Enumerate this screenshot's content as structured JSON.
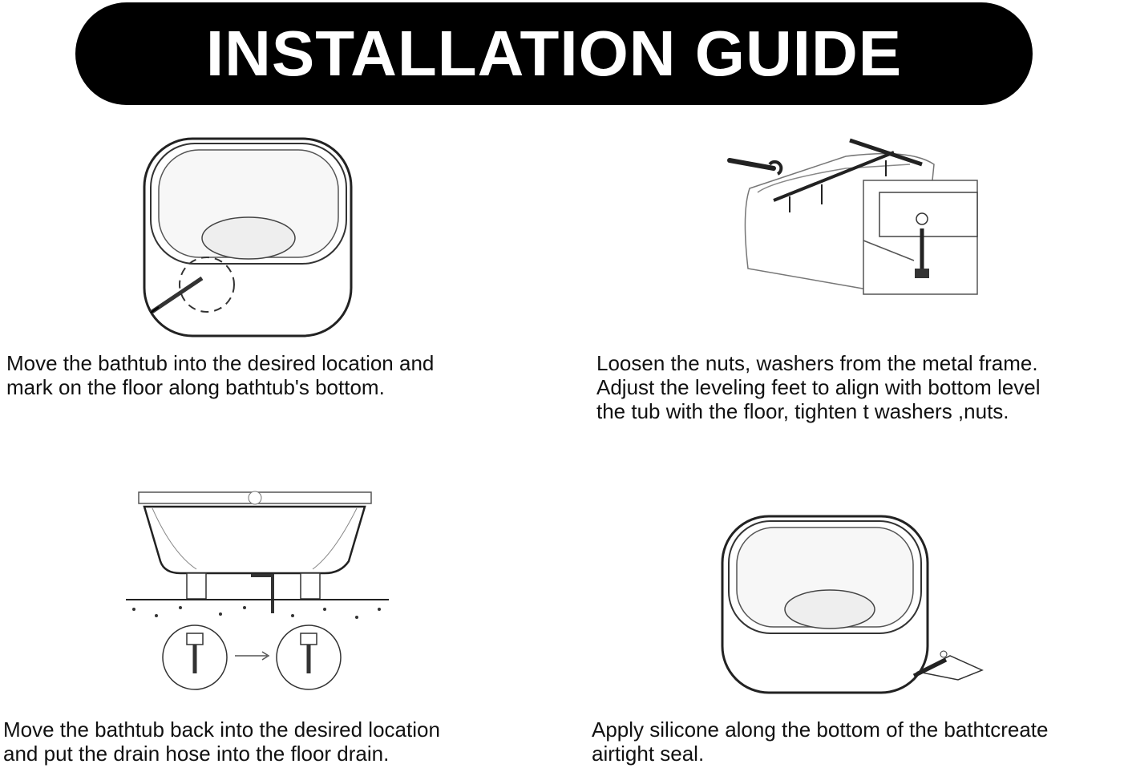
{
  "banner": {
    "title": "INSTALLATION GUIDE"
  },
  "steps": [
    {
      "text": "Move the bathtub into the desired location and\nmark on the floor along bathtub's bottom.",
      "illustration": "bathtub-marking-icon"
    },
    {
      "text": "Loosen the nuts, washers from the metal frame.\nAdjust the leveling feet to align with bottom level\nthe tub with the floor, tighten t washers ,nuts.",
      "illustration": "frame-adjust-icon"
    },
    {
      "text": "Move the bathtub back into the desired location\nand put the drain hose into the floor drain.",
      "illustration": "drain-hose-icon"
    },
    {
      "text": "Apply silicone along the bottom of the bathtcreate\nairtight seal.",
      "illustration": "silicone-seal-icon"
    }
  ]
}
